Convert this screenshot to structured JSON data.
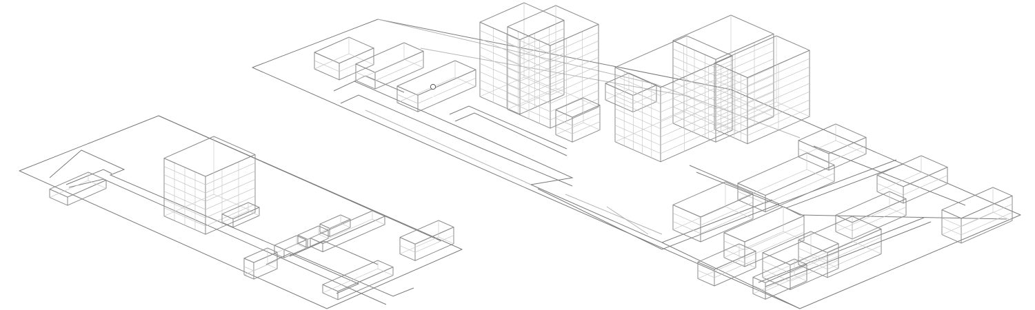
{
  "diagram": {
    "style": "isometric line drawing",
    "colors": {
      "line": "#8a8a8a",
      "floor_line": "#c2c2c2",
      "background": "#ffffff",
      "highlight_top": "#8e8e8e",
      "highlight_side": "#a6a6a6",
      "highlight_front": "#6e6e6e"
    },
    "marker_icon": "location-pin-icon",
    "buildings": [
      {
        "id": "west-tower",
        "floors": 7
      },
      {
        "id": "west-small-1",
        "floors": 1
      },
      {
        "id": "west-small-2",
        "floors": 1
      },
      {
        "id": "west-small-3",
        "floors": 1
      },
      {
        "id": "west-small-4",
        "floors": 1
      },
      {
        "id": "west-small-5",
        "floors": 1
      },
      {
        "id": "west-small-6",
        "floors": 2
      },
      {
        "id": "west-bar-1",
        "floors": 1
      },
      {
        "id": "west-bar-2",
        "floors": 2
      },
      {
        "id": "west-bar-3",
        "floors": 1
      },
      {
        "id": "north-l-1",
        "floors": 2
      },
      {
        "id": "north-l-2",
        "floors": 2
      },
      {
        "id": "highlighted-building",
        "floors": 2,
        "highlighted": true
      },
      {
        "id": "central-tower-1",
        "floors": 9
      },
      {
        "id": "central-tower-2",
        "floors": 10
      },
      {
        "id": "central-annex",
        "floors": 3
      },
      {
        "id": "small-court",
        "floors": 2
      },
      {
        "id": "east-tower-1",
        "floors": 9
      },
      {
        "id": "east-tower-2",
        "floors": 10
      },
      {
        "id": "east-tower-3",
        "floors": 8
      },
      {
        "id": "east-block-1",
        "floors": 2
      },
      {
        "id": "east-block-2",
        "floors": 2
      },
      {
        "id": "east-block-3",
        "floors": 2
      },
      {
        "id": "east-block-4",
        "floors": 2
      },
      {
        "id": "south-block-1",
        "floors": 3
      },
      {
        "id": "south-block-2",
        "floors": 3
      },
      {
        "id": "south-block-3",
        "floors": 3
      },
      {
        "id": "south-block-4",
        "floors": 2
      },
      {
        "id": "south-block-5",
        "floors": 2
      },
      {
        "id": "far-east-block",
        "floors": 3
      },
      {
        "id": "south-east-court",
        "floors": 3
      }
    ]
  }
}
